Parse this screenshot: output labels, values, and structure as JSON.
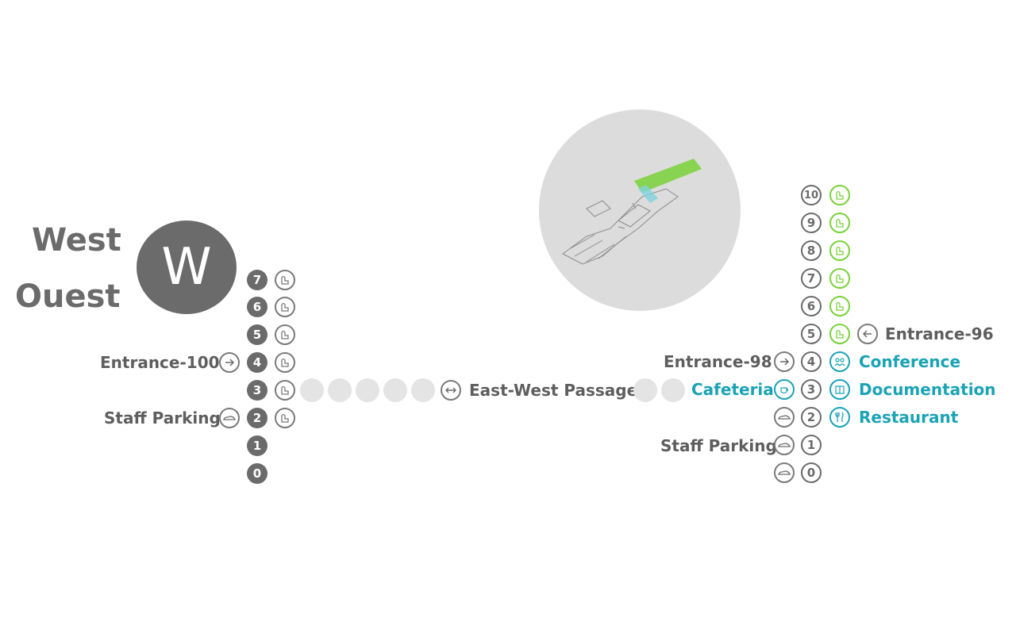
{
  "west": {
    "title_en": "West",
    "title_fr": "Ouest",
    "badge_letter": "W",
    "floors": [
      "7",
      "6",
      "5",
      "4",
      "3",
      "2",
      "1",
      "0"
    ],
    "entrance_label": "Entrance-100",
    "parking_label": "Staff Parking"
  },
  "passage": {
    "label": "East-West Passage"
  },
  "east": {
    "floors": [
      "10",
      "9",
      "8",
      "7",
      "6",
      "5",
      "4",
      "3",
      "2",
      "1",
      "0"
    ],
    "entrance_96": "Entrance-96",
    "entrance_98": "Entrance-98",
    "parking_label": "Staff Parking",
    "cafeteria": "Cafeteria",
    "conference": "Conference",
    "documentation": "Documentation",
    "restaurant": "Restaurant"
  },
  "colors": {
    "gray": "#6b6b6b",
    "green": "#79d23a",
    "teal": "#1aa3b5",
    "dot": "#e4e4e4"
  },
  "icons": {
    "floor_icon": "building-icon",
    "arrow_right": "arrow-right-icon",
    "arrow_left": "arrow-left-icon",
    "arrow_both": "arrow-both-icon",
    "car": "car-icon",
    "conference": "people-icon",
    "documentation": "book-icon",
    "restaurant": "fork-knife-icon",
    "cafeteria": "coffee-icon"
  }
}
